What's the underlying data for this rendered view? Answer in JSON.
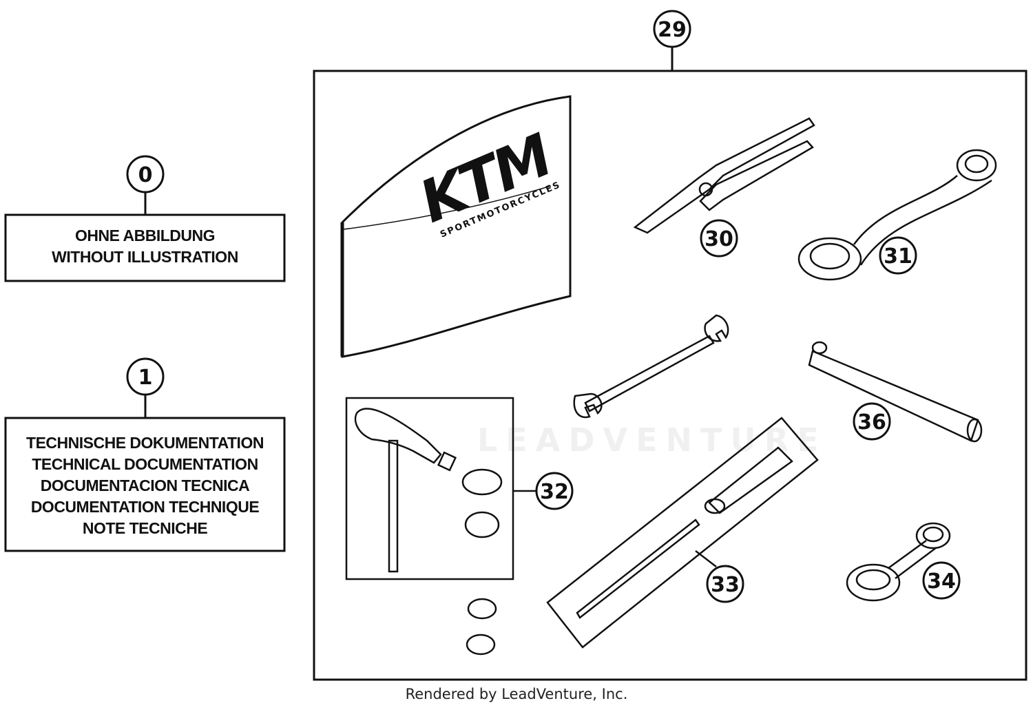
{
  "callouts": {
    "item_0": "0",
    "item_1": "1",
    "item_29": "29",
    "item_30": "30",
    "item_31": "31",
    "item_32": "32",
    "item_33": "33",
    "item_34": "34",
    "item_36": "36"
  },
  "box_0": {
    "lines": [
      "OHNE ABBILDUNG",
      "WITHOUT ILLUSTRATION"
    ]
  },
  "box_1": {
    "lines": [
      "TECHNISCHE DOKUMENTATION",
      "TECHNICAL DOCUMENTATION",
      "DOCUMENTACION TECNICA",
      "DOCUMENTATION TECHNIQUE",
      "NOTE TECNICHE"
    ]
  },
  "folder_logo": {
    "brand": "KTM",
    "subtitle": "SPORTMOTORCYCLES"
  },
  "watermark": "LEADVENTURE",
  "footer": "Rendered by LeadVenture, Inc."
}
